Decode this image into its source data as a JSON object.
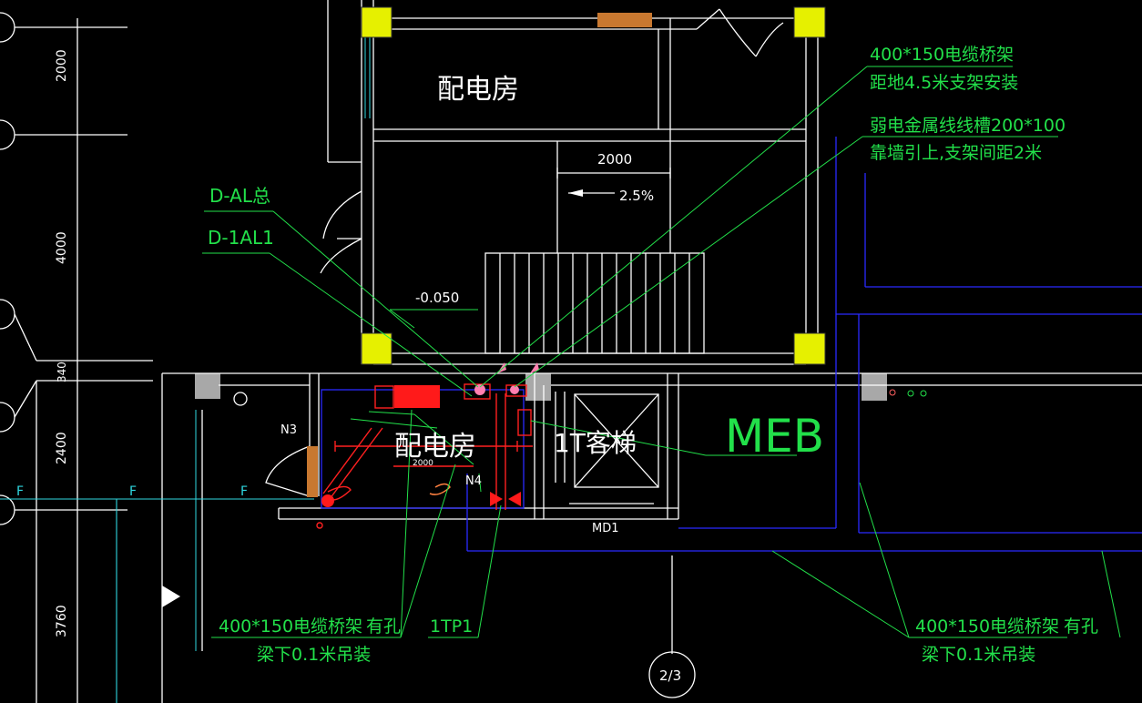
{
  "drawing": {
    "room_top_label": "配电房",
    "room_bottom_label": "配电房",
    "elevator_label": "1T客梯",
    "meb_label": "MEB",
    "door_label": "MD1",
    "axis_bubble": "2/3",
    "slope_label": "2.5%",
    "stair_dim": "2000",
    "small_dim": "2000",
    "level_label": "-0.050",
    "tag_n3": "N3",
    "tag_n4": "N4",
    "axis_f_1": "F",
    "axis_f_2": "F",
    "axis_f_3": "F",
    "dimensions_left": [
      "2000",
      "4000",
      "340",
      "2400",
      "3760"
    ]
  },
  "annotations": {
    "tray_top_line1": "400*150电缆桥架",
    "tray_top_line2": "距地4.5米支架安装",
    "weak_line1": "弱电金属线线槽200*100",
    "weak_line2": "靠墙引上,支架间距2米",
    "panel_total": "D-AL总",
    "panel_1": "D-1AL1",
    "tray_bl_line1": "400*150电缆桥架",
    "tray_bl_hole": "有孔",
    "tray_bl_line2": "梁下0.1米吊装",
    "tp": "1TP1",
    "tray_br_line1": "400*150电缆桥架",
    "tray_br_hole": "有孔",
    "tray_br_line2": "梁下0.1米吊装"
  },
  "colors": {
    "background": "#000000",
    "wall": "#ffffff",
    "annotation": "#22e04a",
    "tray": "#2a2aff",
    "column": "#e6f000",
    "column_gray": "#a8a8a8",
    "equipment": "#ff2020",
    "axis": "#2fd8e0"
  }
}
